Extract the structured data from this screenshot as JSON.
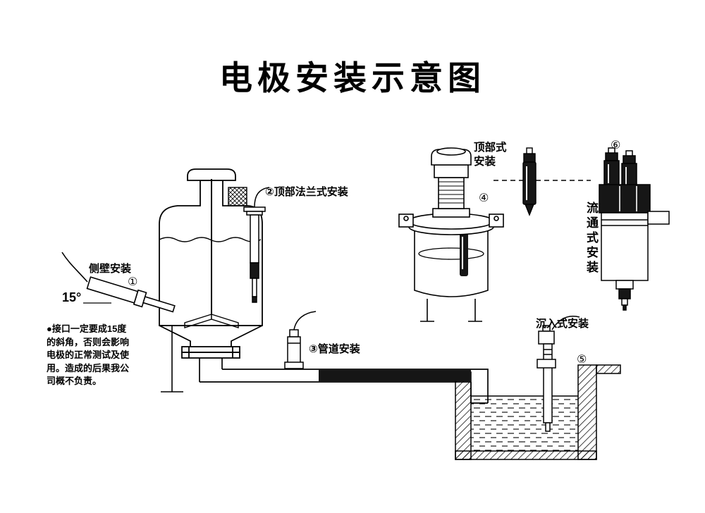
{
  "title": "电极安装示意图",
  "note": "●接口一定要成15度\n的斜角，否则会影响\n电极的正常测试及使\n用。造成的后果我公\n司概不负责。",
  "markers": {
    "m1": "①",
    "m4": "④",
    "m5": "⑤",
    "m6": "⑥"
  },
  "labels": {
    "side_wall": "侧壁安装",
    "angle": "15°",
    "top_flange": "②顶部法兰式安装",
    "pipeline": "③管道安装",
    "top_type": "顶部式\n安装",
    "submerged": "沉入式安装",
    "flow_through": "流通式安装"
  },
  "colors": {
    "line": "#000000",
    "dark_fill": "#161616",
    "background": "#ffffff"
  }
}
